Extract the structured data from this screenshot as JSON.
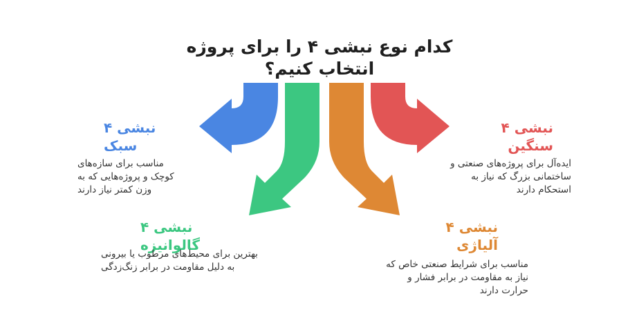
{
  "title": "کدام نوع نبشی ۴ را برای پروژه انتخاب کنیم؟",
  "colors": {
    "blue": "#4A86E2",
    "green": "#3CC781",
    "orange": "#DE8834",
    "red": "#E25555"
  },
  "options": {
    "light": {
      "heading": "نبشی ۴ سبک",
      "description": "مناسب برای سازه‌های کوچک و پروژه‌هایی که به وزن کمتر نیاز دارند"
    },
    "galvanized": {
      "heading": "نبشی ۴ گالوانیزه",
      "description": "بهترین برای محیط‌های مرطوب یا بیرونی به دلیل مقاومت در برابر زنگ‌زدگی"
    },
    "alloy": {
      "heading": "نبشی ۴ آلیاژی",
      "description": "مناسب برای شرایط صنعتی خاص که نیاز به مقاومت در برابر فشار و حرارت دارند"
    },
    "heavy": {
      "heading": "نبشی ۴ سنگین",
      "description": "ایده‌آل برای پروژه‌های صنعتی و ساختمانی بزرگ که نیاز به استحکام دارند"
    }
  }
}
